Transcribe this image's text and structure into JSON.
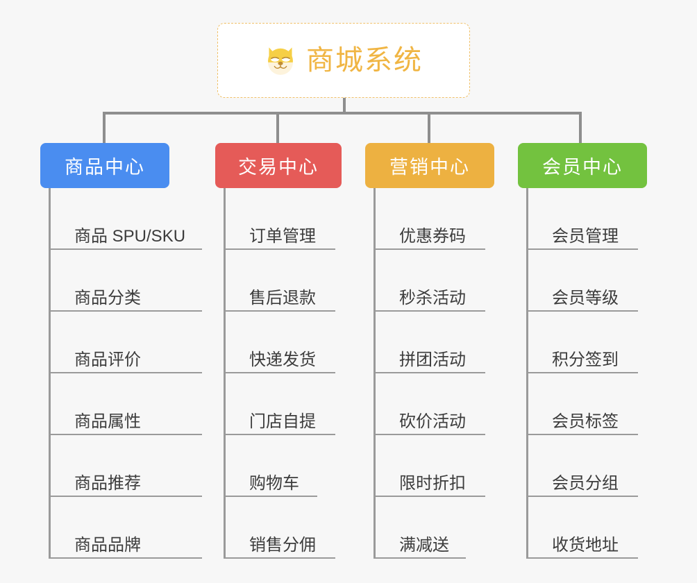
{
  "canvas": {
    "background": "#f7f7f7",
    "connector_color": "#9a9a9a"
  },
  "root": {
    "title": "商城系统",
    "icon": "dog-face-icon",
    "text_color": "#f0b543",
    "border_color": "#f0c068",
    "background": "#ffffff"
  },
  "branches": [
    {
      "label": "商品中心",
      "color": "#4a8df0",
      "items": [
        "商品 SPU/SKU",
        "商品分类",
        "商品评价",
        "商品属性",
        "商品推荐",
        "商品品牌"
      ]
    },
    {
      "label": "交易中心",
      "color": "#e55b58",
      "items": [
        "订单管理",
        "售后退款",
        "快递发货",
        "门店自提",
        "购物车",
        "销售分佣"
      ]
    },
    {
      "label": "营销中心",
      "color": "#edb141",
      "items": [
        "优惠券码",
        "秒杀活动",
        "拼团活动",
        "砍价活动",
        "限时折扣",
        "满减送"
      ]
    },
    {
      "label": "会员中心",
      "color": "#73c23f",
      "items": [
        "会员管理",
        "会员等级",
        "积分签到",
        "会员标签",
        "会员分组",
        "收货地址"
      ]
    }
  ]
}
